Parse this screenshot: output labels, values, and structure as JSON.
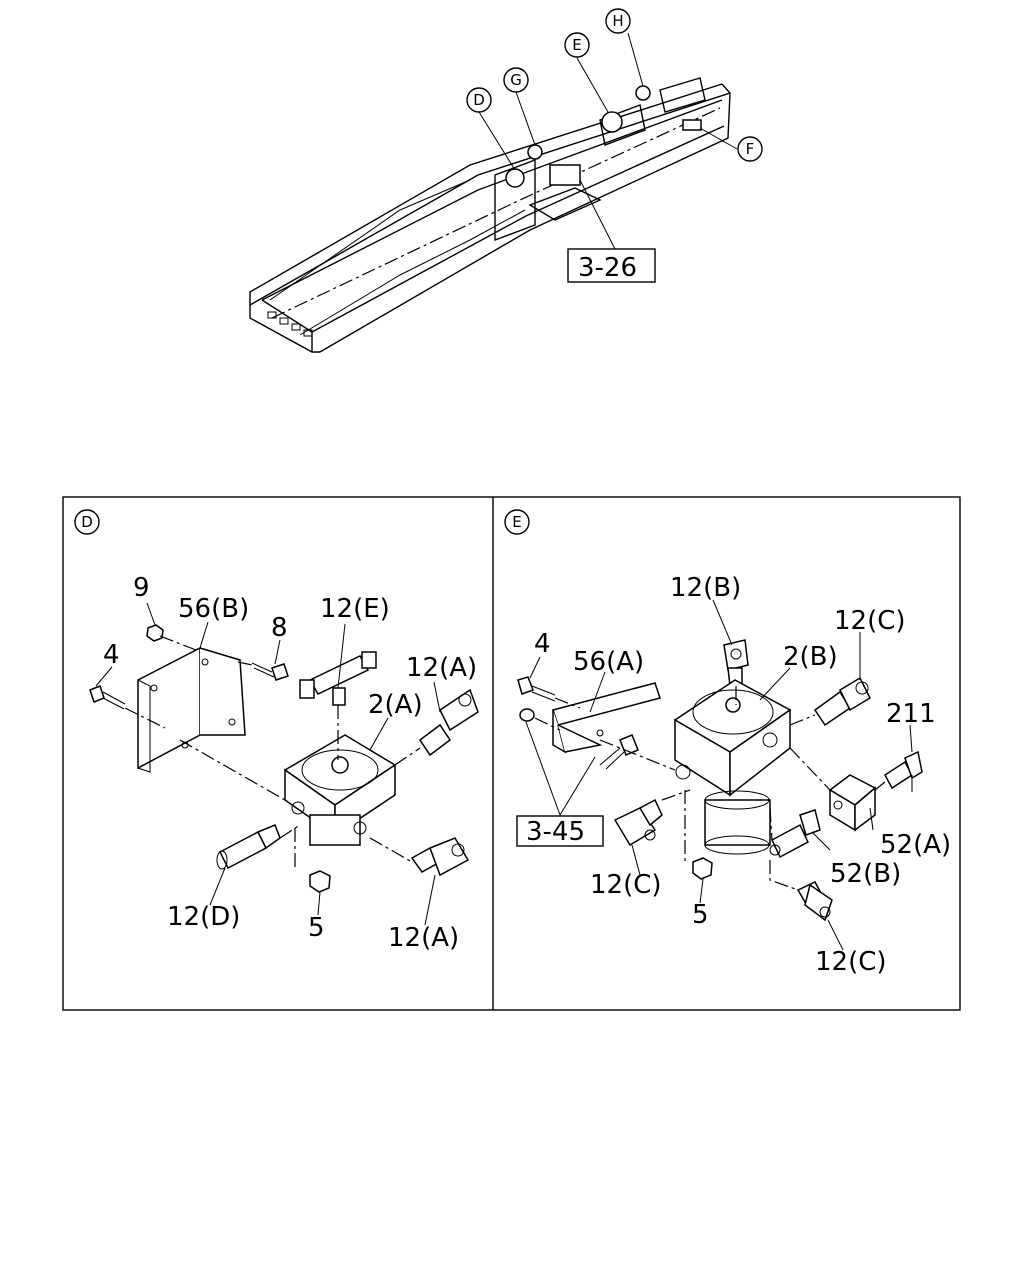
{
  "overview": {
    "ref_box": "3-26",
    "callouts": {
      "D": "D",
      "E": "E",
      "F": "F",
      "G": "G",
      "H": "H"
    }
  },
  "panel_d": {
    "tag": "D",
    "labels": {
      "p9": "9",
      "p56b": "56(B)",
      "p8": "8",
      "p12e": "12(E)",
      "p12a_top": "12(A)",
      "p4": "4",
      "p2a": "2(A)",
      "p12d": "12(D)",
      "p5": "5",
      "p12a_bot": "12(A)"
    }
  },
  "panel_e": {
    "tag": "E",
    "ref_box": "3-45",
    "labels": {
      "p12b": "12(B)",
      "p12c_top": "12(C)",
      "p4": "4",
      "p56a": "56(A)",
      "p2b": "2(B)",
      "p211": "211",
      "p52a": "52(A)",
      "p52b": "52(B)",
      "p12c_mid": "12(C)",
      "p5": "5",
      "p12c_bot": "12(C)"
    }
  }
}
